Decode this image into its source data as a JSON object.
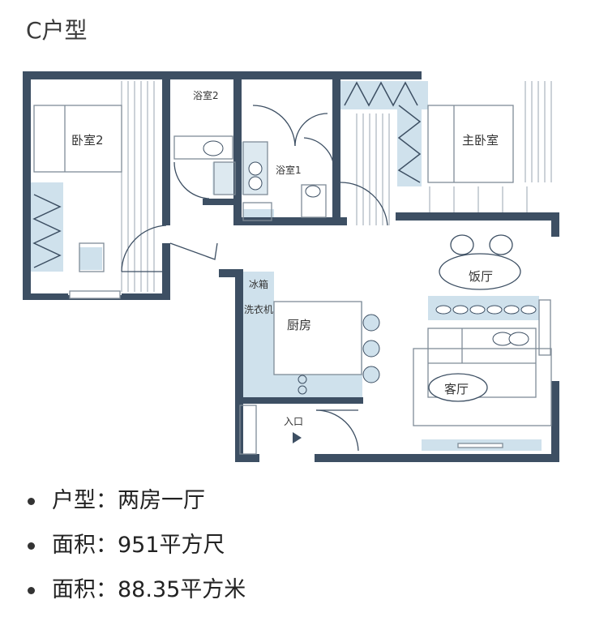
{
  "title": "C户型",
  "colors": {
    "wall": "#3d4f63",
    "tint": "#cfe1ec",
    "line": "#7f8c97"
  },
  "rooms": {
    "bedroom2": "卧室2",
    "bath2": "浴室2",
    "bath1": "浴室1",
    "master": "主卧室",
    "dining": "饭厅",
    "kitchen": "厨房",
    "fridge": "冰箱",
    "washer": "洗衣机",
    "living": "客厅",
    "entrance": "入口"
  },
  "details": [
    {
      "label": "户型：",
      "value": "两房一厅"
    },
    {
      "label": "面积：",
      "value": "951平方尺"
    },
    {
      "label": "面积：",
      "value": "88.35平方米"
    }
  ]
}
